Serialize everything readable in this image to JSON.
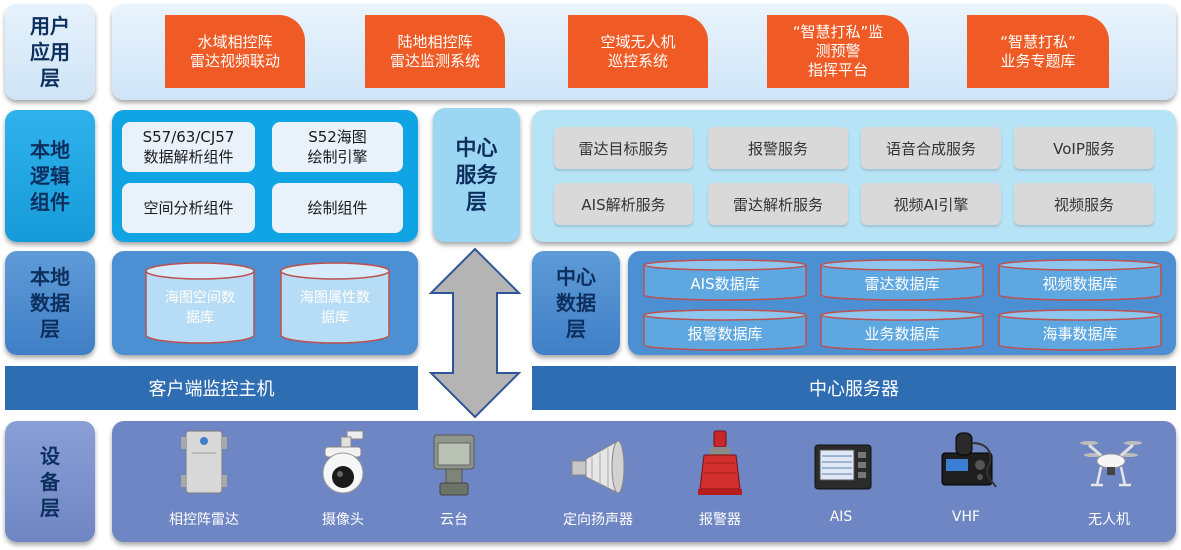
{
  "layers": {
    "user": "用户\n应用\n层",
    "local_logic": "本地\n逻辑\n组件",
    "local_data": "本地\n数据\n层",
    "device": "设\n备\n层"
  },
  "center_service_label": "中心\n服务\n层",
  "center_data_label": "中心\n数据\n层",
  "applications": [
    "水域相控阵\n雷达视频联动",
    "陆地相控阵\n雷达监测系统",
    "空域无人机\n巡控系统",
    "“智慧打私”监\n测预警\n指挥平台",
    "“智慧打私”\n业务专题库"
  ],
  "local_components": [
    "S57/63/CJ57\n数据解析组件",
    "S52海图\n绘制引擎",
    "空间分析组件",
    "绘制组件"
  ],
  "center_services": [
    "雷达目标服务",
    "报警服务",
    "语音合成服务",
    "VoIP服务",
    "AIS解析服务",
    "雷达解析服务",
    "视频AI引擎",
    "视频服务"
  ],
  "local_databases": [
    "海图空间数\n据库",
    "海图属性数\n据库"
  ],
  "center_databases": [
    "AIS数据库",
    "雷达数据库",
    "视频数据库",
    "报警数据库",
    "业务数据库",
    "海事数据库"
  ],
  "hosts": {
    "client": "客户端监控主机",
    "server": "中心服务器"
  },
  "devices": [
    {
      "label": "相控阵雷达",
      "icon": "radar-device-icon"
    },
    {
      "label": "摄像头",
      "icon": "camera-icon"
    },
    {
      "label": "云台",
      "icon": "ptz-icon"
    },
    {
      "label": "定向扬声器",
      "icon": "speaker-icon"
    },
    {
      "label": "报警器",
      "icon": "alarm-icon"
    },
    {
      "label": "AIS",
      "icon": "ais-terminal-icon"
    },
    {
      "label": "VHF",
      "icon": "vhf-radio-icon"
    },
    {
      "label": "无人机",
      "icon": "drone-icon"
    }
  ],
  "colors": {
    "app_orange": "#f05a24",
    "host_bar": "#2f6db3",
    "logic_panel": "#11a4e4",
    "service_panel": "#b7e3f7",
    "data_panel": "#4c8fd3",
    "device_panel": "#6f86c4"
  }
}
